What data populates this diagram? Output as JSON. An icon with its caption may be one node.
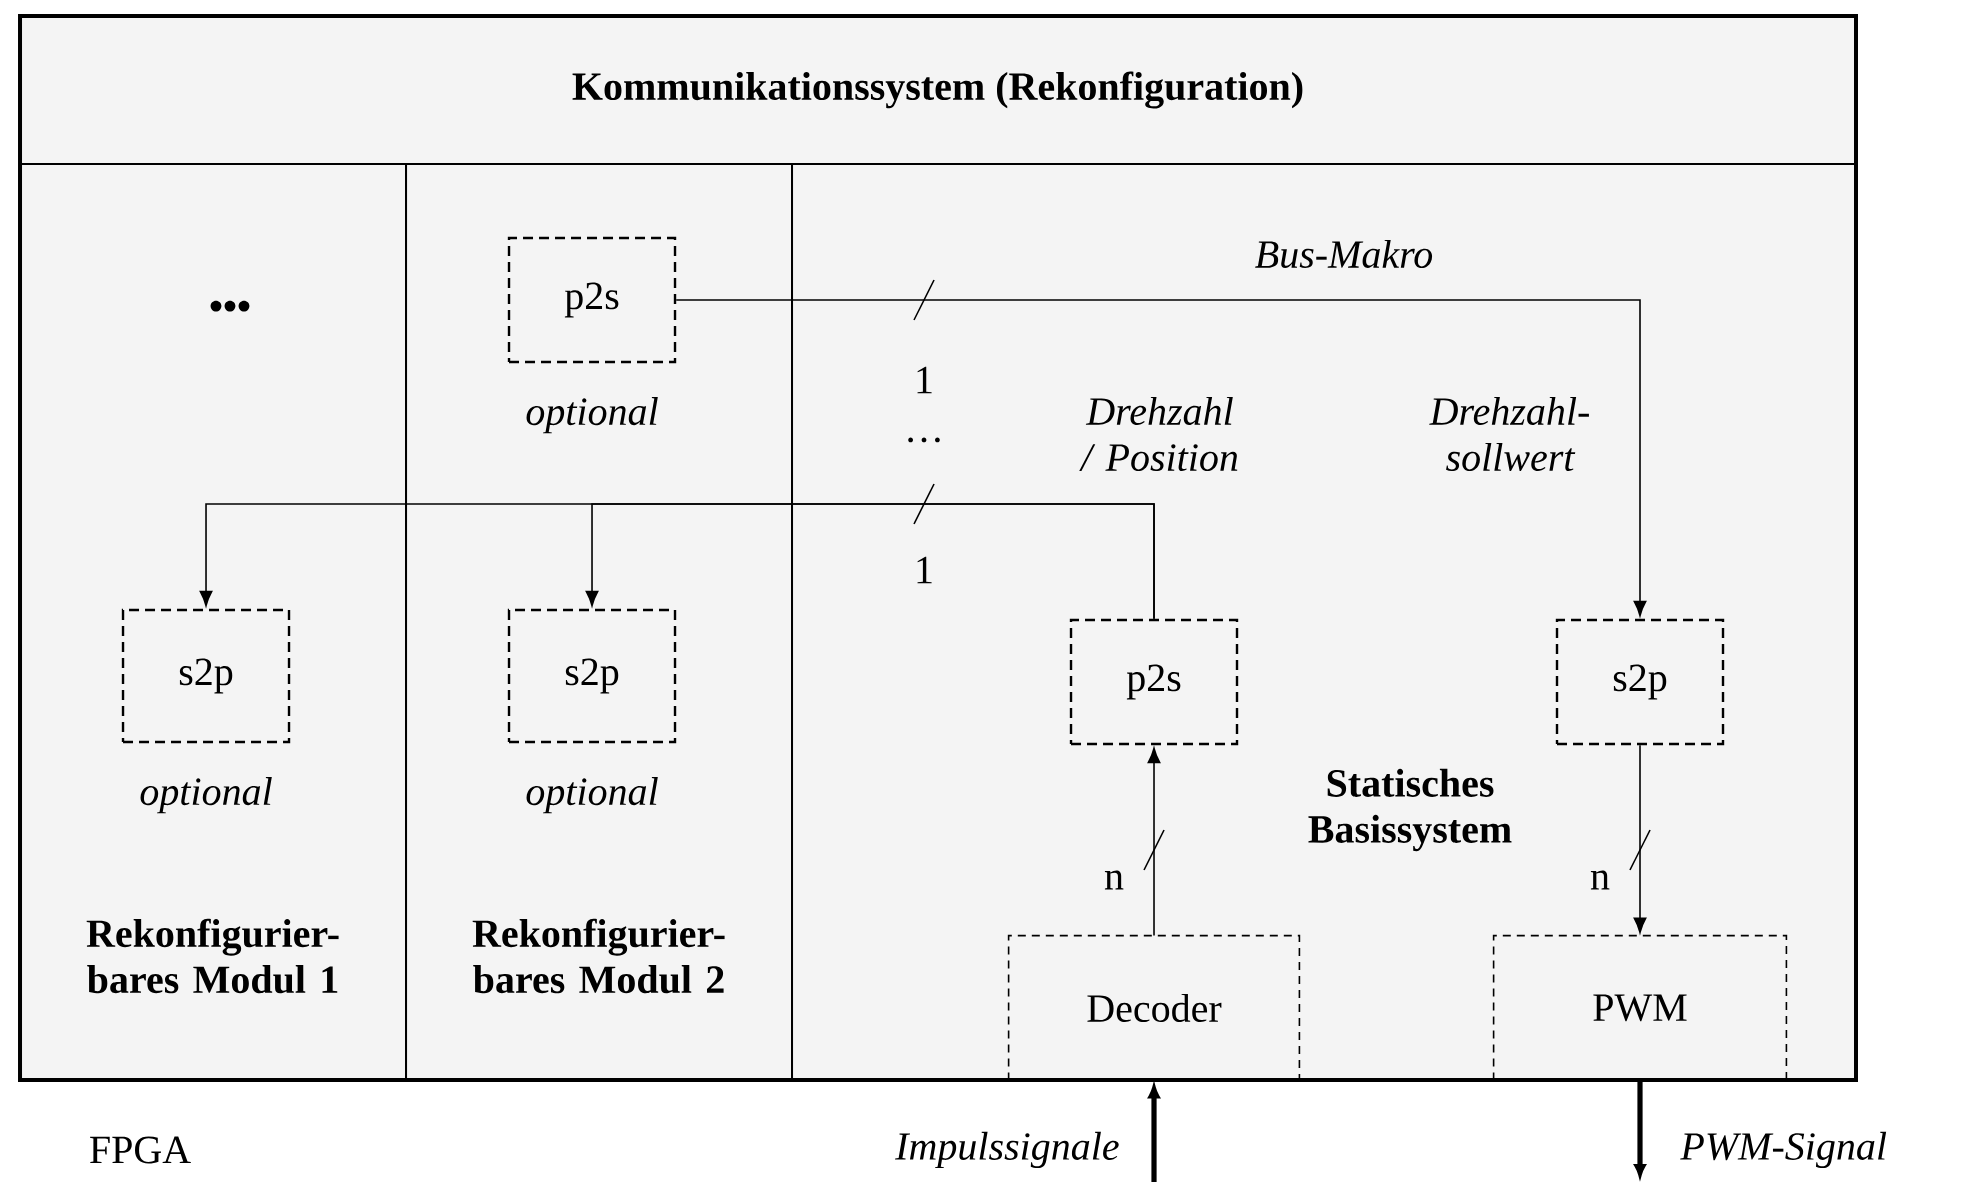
{
  "diagram": {
    "nodes": [
      {
        "text": [
          "FPGA"
        ]
      },
      {
        "text": [
          "Kommunikationssystem (Rekonfiguration)"
        ],
        "in": 0
      },
      {
        "text": [
          "Rekonfigurier-bares Modul 1"
        ],
        "in": 0
      },
      {
        "text": [
          "Rekonfigurier-bares Modul 2"
        ],
        "in": 0
      },
      {
        "text": [
          "Statisches Basissystem"
        ],
        "in": 0
      },
      {
        "text": [
          "p2s"
        ],
        "in": 3,
        "beside": [
          "optional"
        ]
      },
      {
        "text": [
          "s2p"
        ],
        "in": 2,
        "beside": [
          "optional"
        ]
      },
      {
        "text": [
          "s2p"
        ],
        "in": 3,
        "beside": [
          "optional"
        ]
      },
      {
        "text": [
          "p2s"
        ],
        "in": 4
      },
      {
        "text": [
          "s2p"
        ],
        "in": 4
      },
      {
        "text": [
          "Decoder"
        ],
        "in": 4
      },
      {
        "text": [
          "PWM"
        ],
        "in": 4
      }
    ],
    "edges": [
      {
        "from": 5,
        "to": 9,
        "arrow": "to",
        "label": "Bus-Makro"
      },
      {
        "from": 8,
        "to": 6,
        "arrow": "to"
      },
      {
        "from": 8,
        "to": 7,
        "arrow": "to"
      },
      {
        "from": 10,
        "to": 8,
        "arrow": "to"
      },
      {
        "from": 9,
        "to": 11,
        "arrow": "to"
      },
      {
        "from": null,
        "to": 10,
        "arrow": "to",
        "label": "Impulssignale",
        "style": "thick"
      },
      {
        "from": 11,
        "to": null,
        "arrow": "to",
        "label": "PWM-Signal",
        "style": "thick"
      }
    ],
    "labels": [
      "•••",
      "1",
      "…",
      "1",
      "Drehzahl / Position",
      "Drehzahl-sollwert",
      "n",
      "n"
    ]
  }
}
